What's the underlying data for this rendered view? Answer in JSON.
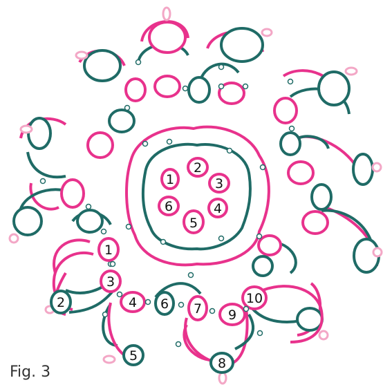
{
  "figure": {
    "caption": "Fig. 3",
    "colors": {
      "pink": "#e8328c",
      "teal": "#1f6b66",
      "picot": "#f3a7c6",
      "bead": "#cfe5dc",
      "background": "#ffffff"
    },
    "labels": {
      "center": [
        "1",
        "2",
        "3",
        "4",
        "5",
        "6"
      ],
      "outer": [
        "1",
        "2",
        "3",
        "4",
        "5",
        "6",
        "7",
        "8",
        "9",
        "10"
      ]
    }
  }
}
